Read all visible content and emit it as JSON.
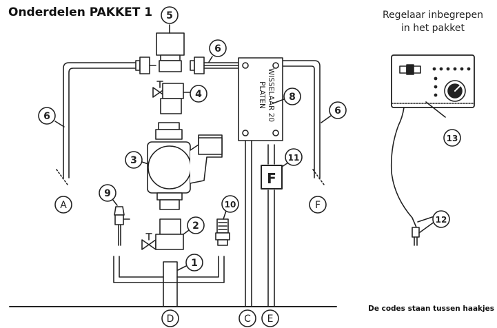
{
  "title": "Onderdelen PAKKET 1",
  "controller_note": {
    "line1": "Regelaar inbegrepen",
    "line2": "in het pakket"
  },
  "footer": "De codes staan tussen haakjes",
  "exchanger": {
    "line1": "WISSELAAR 20",
    "line2": "PLATEN"
  },
  "filter_letter": "F",
  "callouts": {
    "c1": "1",
    "c2": "2",
    "c3": "3",
    "c4": "4",
    "c5": "5",
    "c6a": "6",
    "c6b": "6",
    "c6c": "6",
    "c8": "8",
    "c9": "9",
    "c10": "10",
    "c11": "11",
    "c12": "12",
    "c13": "13"
  },
  "connections": {
    "a": "A",
    "c": "C",
    "d": "D",
    "e": "E",
    "f": "F"
  }
}
